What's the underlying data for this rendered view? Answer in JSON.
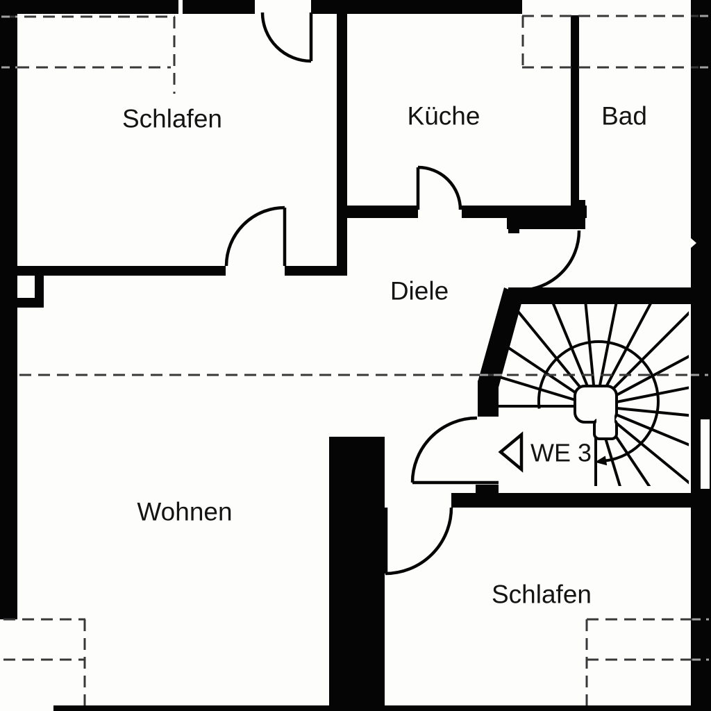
{
  "plan": {
    "unit_label": "WE 3",
    "rooms": [
      {
        "label": "Schlafen"
      },
      {
        "label": "Küche"
      },
      {
        "label": "Bad"
      },
      {
        "label": "Diele"
      },
      {
        "label": "Wohnen"
      },
      {
        "label": "Schlafen"
      }
    ],
    "features": {
      "staircase": "spiral-staircase",
      "entrance_marker": "triangle-left-icon",
      "stair_direction": "arrow-down-left-icon"
    },
    "colors": {
      "wall": "#050505",
      "background": "#fdfdfc",
      "dash": "#383838",
      "dash_light": "#a0a0a0"
    }
  }
}
